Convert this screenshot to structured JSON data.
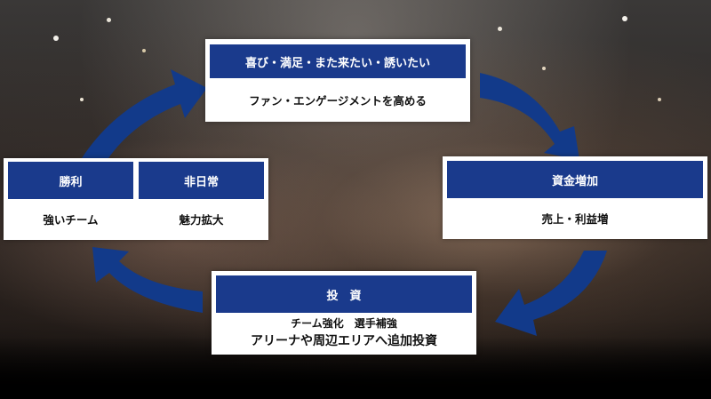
{
  "top_box": {
    "header": "喜び・満足・また来たい・誘いたい",
    "text": "ファン・エンゲージメントを高める"
  },
  "right_box": {
    "header": "資金増加",
    "text": "売上・利益増"
  },
  "bottom_box": {
    "header": "投　資",
    "line1": "チーム強化　選手補強",
    "line2": "アリーナや周辺エリアへ追加投資"
  },
  "left_box": {
    "header_left": "勝利",
    "header_right": "非日常",
    "text_left": "強いチーム",
    "text_right": "魅力拡大"
  },
  "colors": {
    "header_blue": "#1a3a8c",
    "arrow_blue": "#123a8a"
  }
}
